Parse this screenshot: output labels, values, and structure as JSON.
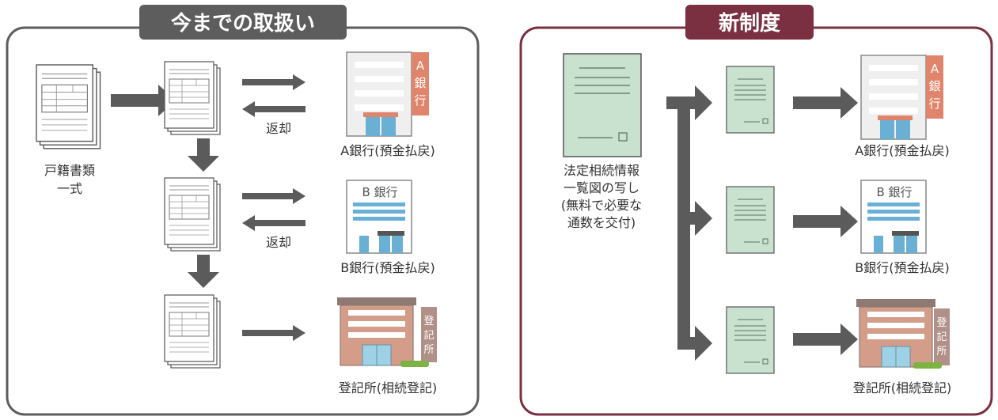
{
  "colors": {
    "old_accent": "#5d5d5d",
    "new_accent": "#7a3040",
    "arrow": "#5b5b5b",
    "bank_a_tag": "#e0856c",
    "bank_b_stripe": "#6ab0d4",
    "registry_tag": "#b09087",
    "cert_fill": "#c9e2d0"
  },
  "old_system": {
    "title": "今までの取扱い",
    "source_doc_label": [
      "戸籍書類",
      "一式"
    ],
    "return_label_1": "返却",
    "return_label_2": "返却",
    "destinations": [
      {
        "sign": "A銀行",
        "caption": "A銀行(預金払戻)"
      },
      {
        "sign": "B 銀行",
        "caption": "B銀行(預金払戻)"
      },
      {
        "sign": "登記所",
        "caption": "登記所(相続登記)"
      }
    ]
  },
  "new_system": {
    "title": "新制度",
    "source_doc_label": [
      "法定相続情報",
      "一覧図の写し",
      "(無料で必要な",
      "通数を交付)"
    ],
    "destinations": [
      {
        "sign": "A銀行",
        "caption": "A銀行(預金払戻)"
      },
      {
        "sign": "B 銀行",
        "caption": "B銀行(預金払戻)"
      },
      {
        "sign": "登記所",
        "caption": "登記所(相続登記)"
      }
    ]
  },
  "icons": [
    "document-stack-icon",
    "arrow-icon",
    "bank-building-icon",
    "registry-building-icon",
    "certificate-icon"
  ]
}
